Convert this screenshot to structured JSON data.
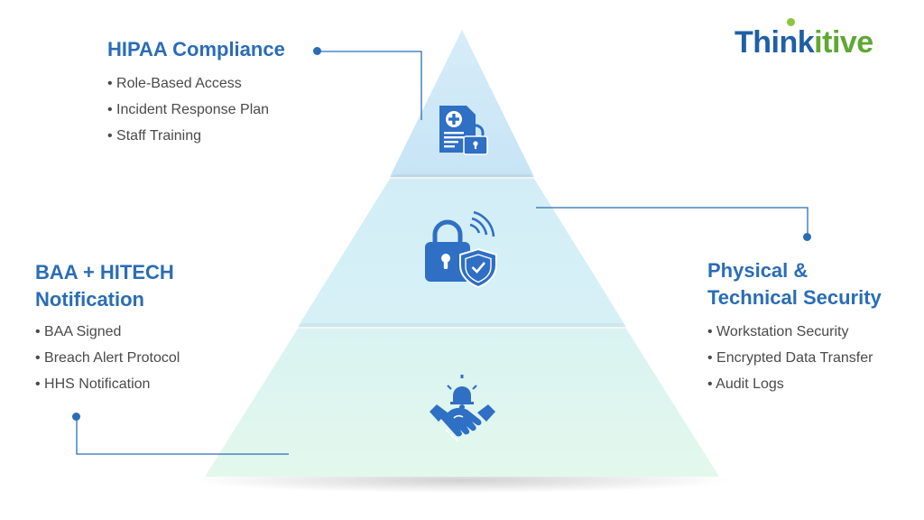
{
  "logo": {
    "part1": "Think",
    "part2": "itive"
  },
  "sections": {
    "hipaa": {
      "title": "HIPAA Compliance",
      "items": [
        "Role-Based Access",
        "Incident Response Plan",
        "Staff Training"
      ]
    },
    "physical": {
      "title_line1": "Physical &",
      "title_line2": "Technical Security",
      "items": [
        "Workstation Security",
        "Encrypted Data Transfer",
        "Audit Logs"
      ]
    },
    "baa": {
      "title_line1": "BAA + HITECH",
      "title_line2": "Notification",
      "items": [
        "BAA Signed",
        "Breach Alert Protocol",
        "HHS Notification"
      ]
    }
  },
  "icons": {
    "top": "medical-document-lock-icon",
    "middle": "padlock-shield-wireless-icon",
    "bottom": "handshake-bell-icon"
  },
  "colors": {
    "accent": "#2a6db6",
    "icon": "#2f6fc4",
    "tier_top": "#cfe8f7",
    "tier_middle": "#d4f0f7",
    "tier_bottom": "#def6ef",
    "logo_blue": "#1f5fa6",
    "logo_green": "#5ea833"
  }
}
